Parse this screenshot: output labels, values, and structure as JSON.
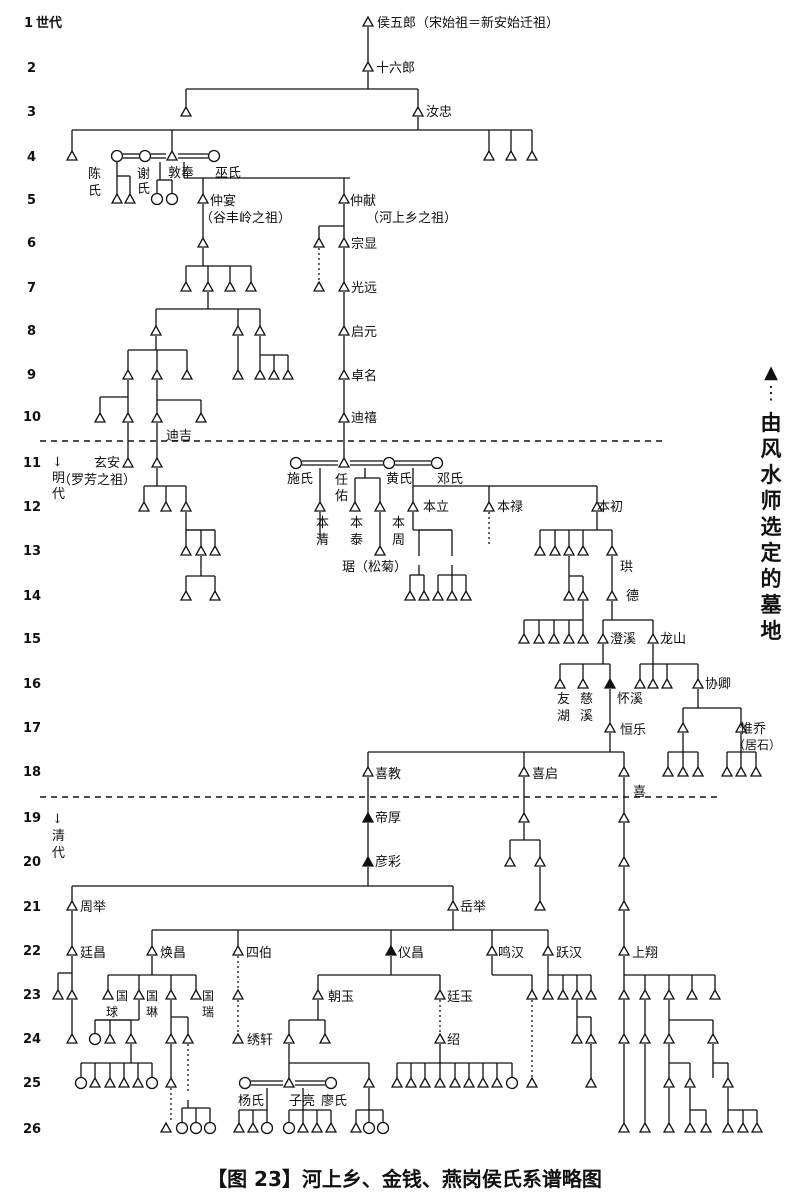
{
  "figure": {
    "caption": "【图 23】河上乡、金钱、燕岗侯氏系谱略图",
    "side_note": "由风水师选定的墓地",
    "side_note_symbol": "▲",
    "side_note_dots": "⋮",
    "generation_header": "世代",
    "generations": [
      "1",
      "2",
      "3",
      "4",
      "5",
      "6",
      "7",
      "8",
      "9",
      "10",
      "11",
      "12",
      "13",
      "14",
      "15",
      "16",
      "17",
      "18",
      "19",
      "20",
      "21",
      "22",
      "23",
      "24",
      "25",
      "26"
    ],
    "era_ming": [
      "↓",
      "明",
      "代"
    ],
    "era_qing": [
      "↓",
      "清",
      "代"
    ],
    "colors": {
      "ink": "#111111",
      "background": "#ffffff"
    }
  },
  "people": {
    "p1": "侯五郎（宋始祖＝新安始迁祖）",
    "p2": "十六郎",
    "p3": "汝忠",
    "p4a": "陈",
    "p4b": "氏",
    "p4c": "谢",
    "p4d": "氏",
    "p4e": "敦奉",
    "p4f": "巫氏",
    "p5a": "仲宴",
    "p5b": "（谷丰岭之祖）",
    "p5c": "仲献",
    "p5d": "（河上乡之祖）",
    "p6": "宗显",
    "p7": "光远",
    "p8": "启元",
    "p9": "卓名",
    "p10": "迪禧",
    "p10b": "迪吉",
    "p11a": "玄安",
    "p11b": "（罗芳之祖）",
    "p11c": "施氏",
    "p11d": "任",
    "p11e": "佑",
    "p11f": "黄氏",
    "p11g": "邓氏",
    "p12a": "本",
    "p12b": "清",
    "p12c": "本",
    "p12d": "泰",
    "p12e": "本",
    "p12f": "周",
    "p12g": "本立",
    "p12h": "本禄",
    "p12i": "本初",
    "p13a": "琚（松菊）",
    "p13b": "珙",
    "p14": "德",
    "p15a": "澄溪",
    "p15b": "龙山",
    "p16a": "友",
    "p16b": "湖",
    "p16c": "慈",
    "p16d": "溪",
    "p16e": "怀溪",
    "p16f": "协卿",
    "p17a": "恒乐",
    "p17b": "惟乔",
    "p17c": "（居石）",
    "p18a": "喜教",
    "p18b": "喜启",
    "p18c": "喜",
    "p19": "帝厚",
    "p20": "彦彩",
    "p21a": "周举",
    "p21b": "岳举",
    "p22a": "廷昌",
    "p22b": "焕昌",
    "p22c": "四伯",
    "p22d": "仪昌",
    "p22e": "鸣汉",
    "p22f": "跃汉",
    "p22g": "上翔",
    "p23a": "国",
    "p23b": "球",
    "p23c": "国",
    "p23d": "琳",
    "p23e": "国",
    "p23f": "瑞",
    "p23g": "朝玉",
    "p23h": "廷玉",
    "p24a": "绣轩",
    "p24b": "绍",
    "p25a": "杨氏",
    "p25b": "子亮",
    "p25c": "廖氏"
  }
}
